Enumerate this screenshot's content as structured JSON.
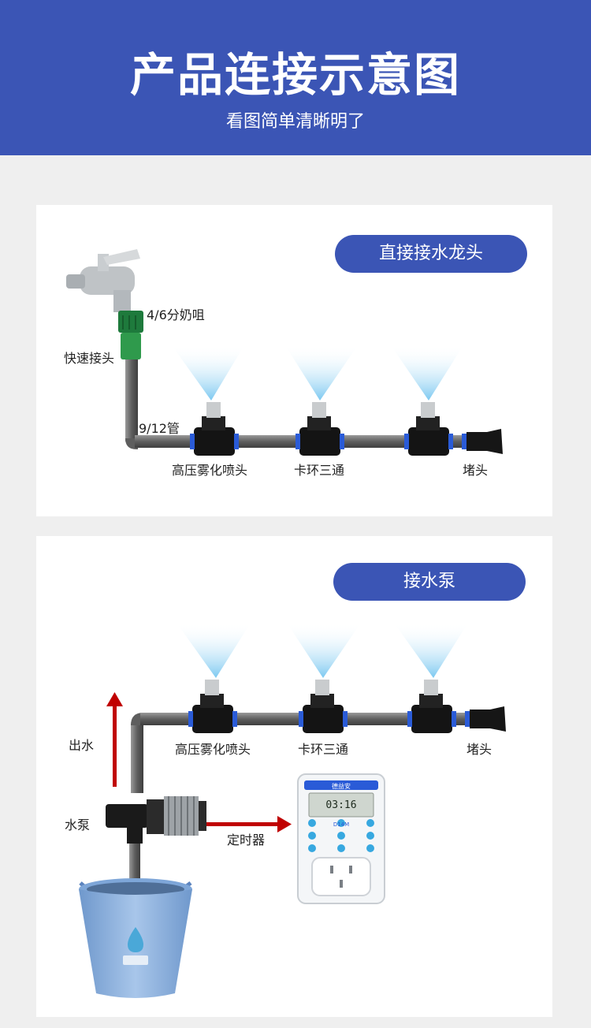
{
  "header": {
    "title": "产品连接示意图",
    "subtitle": "看图简单清晰明了"
  },
  "panel1": {
    "pill": "直接接水龙头",
    "labels": {
      "adapter": "4/6分奶咀",
      "quick_connector": "快速接头",
      "pipe": "9/12管",
      "nozzle": "高压雾化喷头",
      "tee": "卡环三通",
      "plug": "堵头"
    }
  },
  "panel2": {
    "pill": "接水泵",
    "labels": {
      "nozzle": "高压雾化喷头",
      "tee": "卡环三通",
      "plug": "堵头",
      "outflow": "出水",
      "pump": "水泵",
      "timer": "定时器"
    }
  },
  "timer_device": {
    "brand": "德益安",
    "time": "03:16",
    "model": "D14M"
  },
  "colors": {
    "brand_blue": "#3b55b5",
    "arrow_red": "#c00000",
    "pipe_gray": "#6e6e6e",
    "spray_blue": "#9fd3f0",
    "bucket_blue": "#8fb4de"
  }
}
